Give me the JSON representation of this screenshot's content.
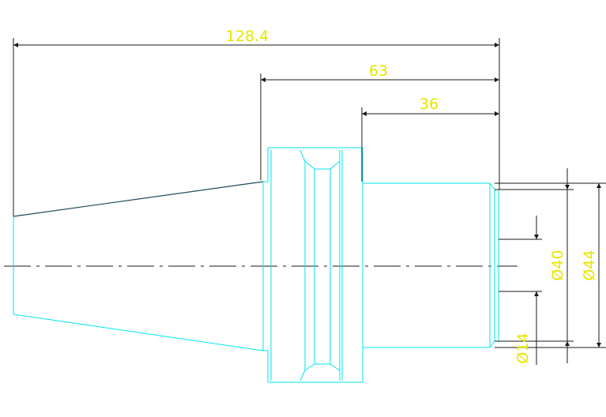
{
  "drawing": {
    "colors": {
      "background": "#ffffff",
      "dimension_text": "#e6e600",
      "dimension_lines": "#1a1a1a",
      "part_outline": "#00e5ee",
      "taper_upper_edge": "#1f4a5a"
    },
    "dimensions": {
      "overall_length": "128.4",
      "middle_length": "63",
      "front_length": "36",
      "diameter_40": "Ø40",
      "diameter_44": "Ø44",
      "diameter_14": "Ø14"
    }
  }
}
